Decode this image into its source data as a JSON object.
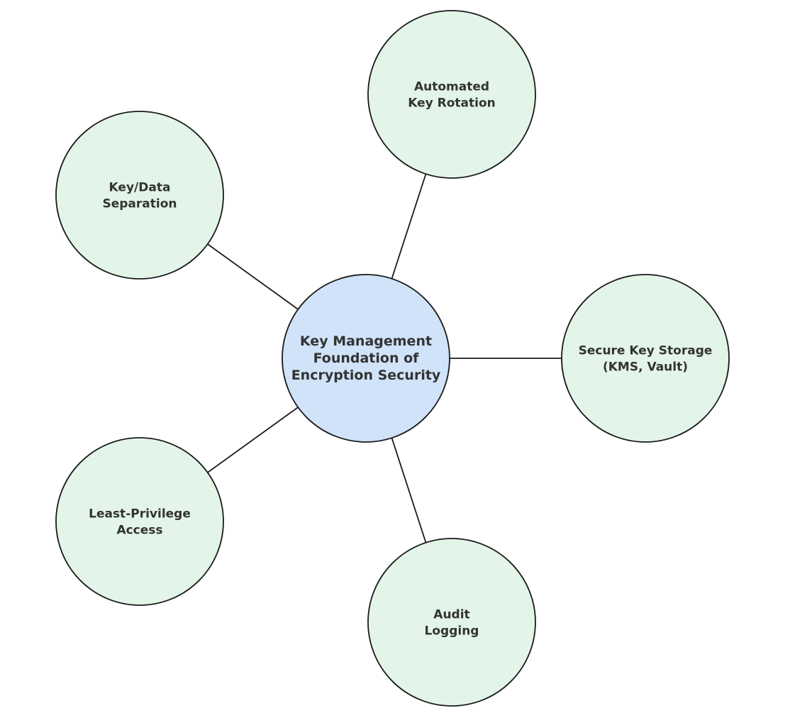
{
  "colors": {
    "center_fill": "#d0e3f8",
    "outer_fill": "#e3f4e8",
    "stroke": "#1a1a1a",
    "text": "#333333"
  },
  "center": {
    "lines": [
      "Key Management",
      "Foundation of",
      "Encryption Security"
    ]
  },
  "nodes": [
    {
      "id": "rotation",
      "lines": [
        "Automated",
        "Key Rotation"
      ]
    },
    {
      "id": "storage",
      "lines": [
        "Secure Key Storage",
        "(KMS, Vault)"
      ]
    },
    {
      "id": "audit",
      "lines": [
        "Audit",
        "Logging"
      ]
    },
    {
      "id": "least-privilege",
      "lines": [
        "Least-Privilege",
        "Access"
      ]
    },
    {
      "id": "separation",
      "lines": [
        "Key/Data",
        "Separation"
      ]
    }
  ]
}
